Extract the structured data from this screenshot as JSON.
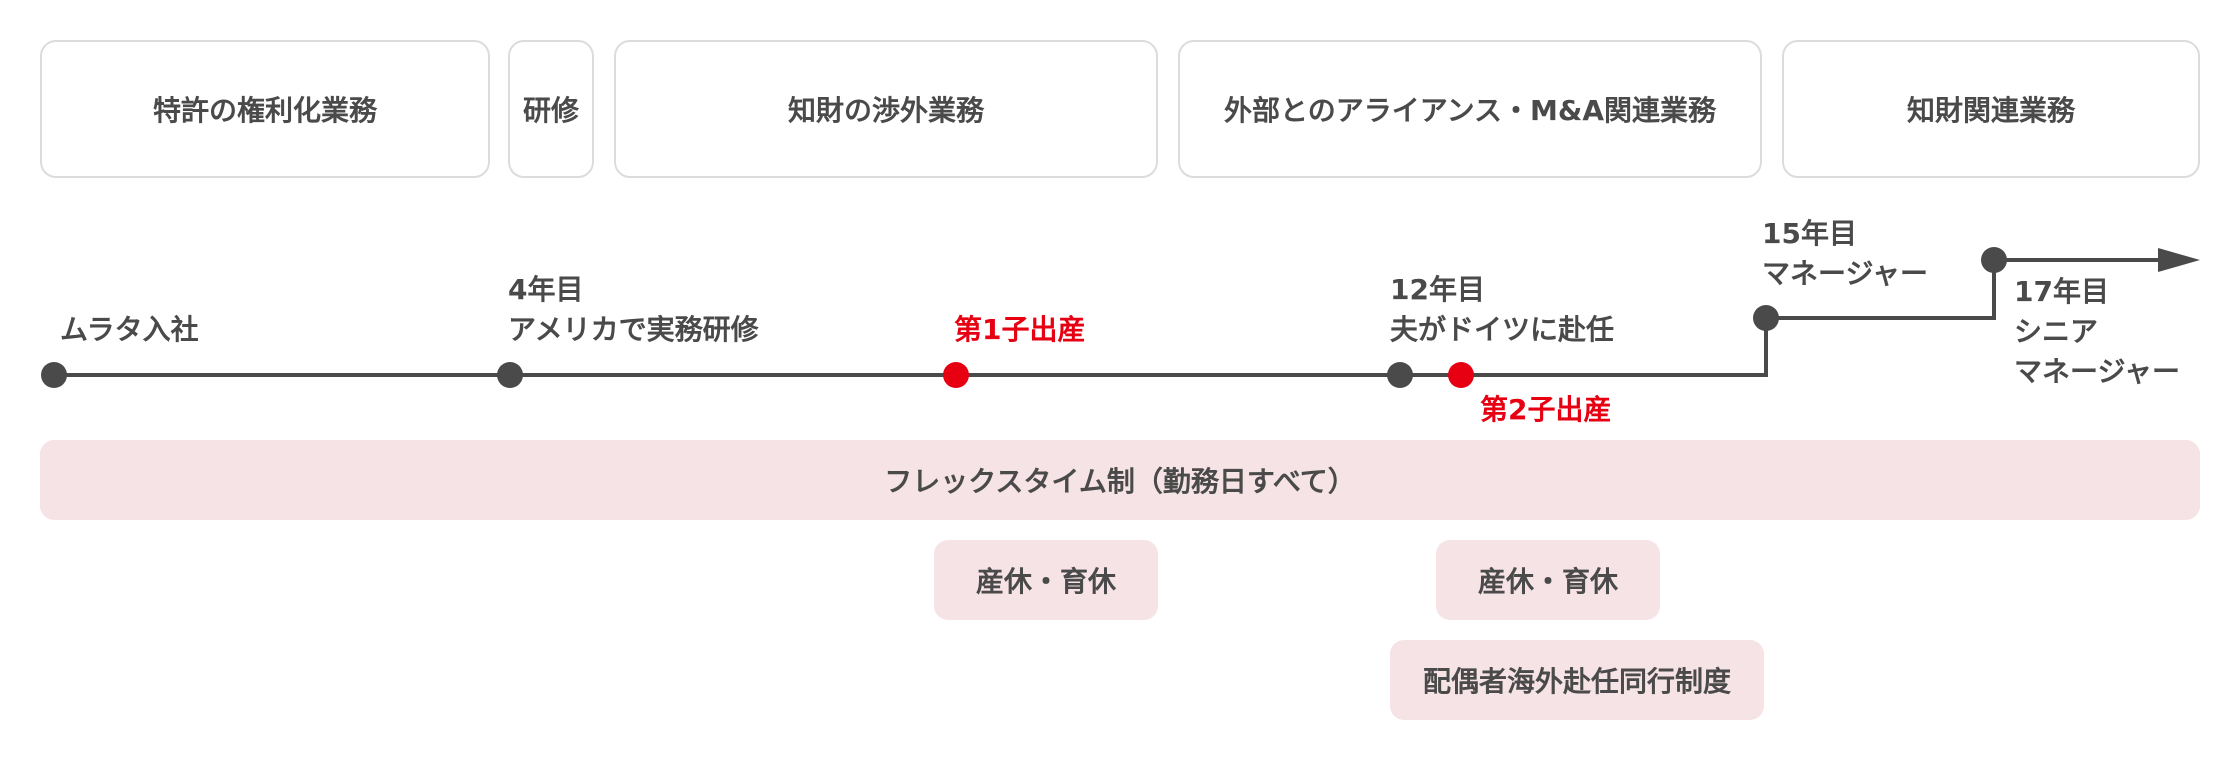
{
  "phases": [
    "特許の権利化業務",
    "研修",
    "知財の渉外業務",
    "外部とのアライアンス・M&A関連業務",
    "知財関連業務"
  ],
  "milestones": {
    "join": "ムラタ入社",
    "year4_a": "4年目",
    "year4_b": "アメリカで実務研修",
    "birth1": "第1子出産",
    "year12_a": "12年目",
    "year12_b": "夫がドイツに赴任",
    "birth2": "第2子出産",
    "year15_a": "15年目",
    "year15_b": "マネージャー",
    "year17_a": "17年目",
    "year17_b": "シニア",
    "year17_c": "マネージャー"
  },
  "programs": {
    "flextime": "フレックスタイム制（勤務日すべて）",
    "leave1": "産休・育休",
    "leave2": "産休・育休",
    "spouse": "配偶者海外赴任同行制度"
  },
  "colors": {
    "line": "#4a4a4a",
    "highlight": "#e60012",
    "bar": "#f6e3e6",
    "border": "#dcdcdc"
  }
}
